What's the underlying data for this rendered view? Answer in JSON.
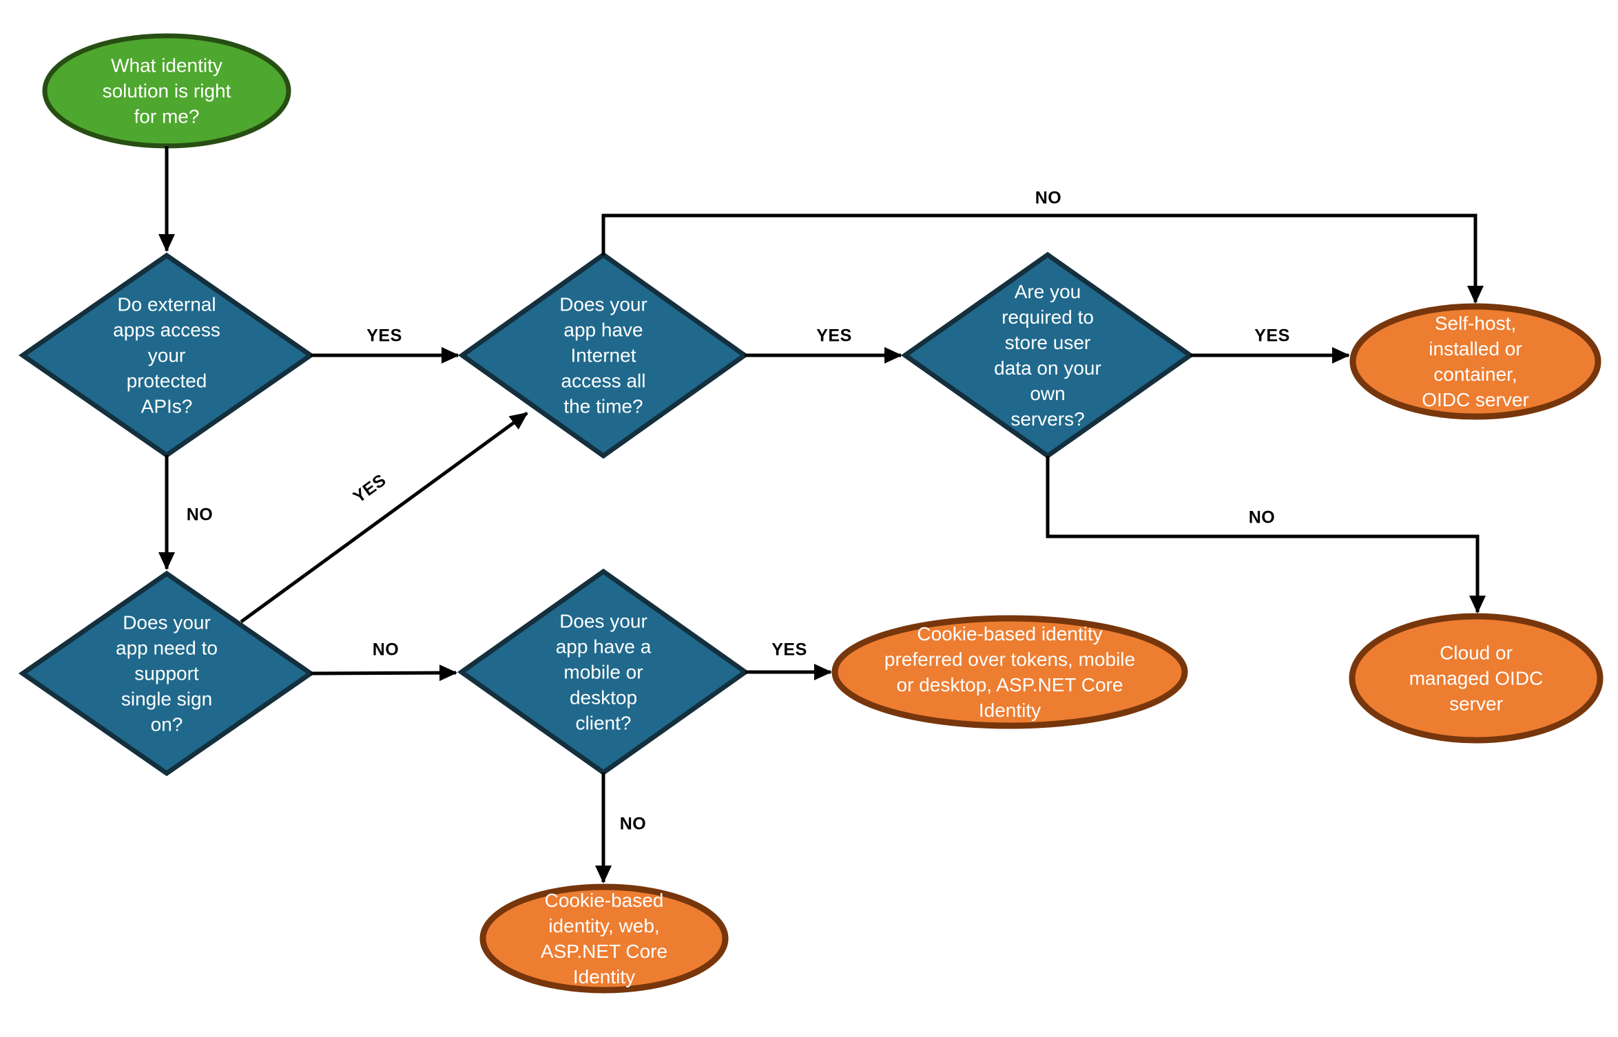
{
  "diagram": {
    "kind": "flowchart",
    "background": "#ffffff"
  },
  "colors": {
    "start_fill": "#4ea72e",
    "start_stroke": "#274e13",
    "decision_fill": "#20698c",
    "decision_stroke": "#142f3d",
    "result_fill": "#ed7d31",
    "result_stroke": "#77360c",
    "edge": "#000000",
    "node_text": "#ffffff",
    "edge_label_text": "#000000"
  },
  "nodes": {
    "start": {
      "type": "terminator",
      "text": "What identity\nsolution is right\nfor me?"
    },
    "d1": {
      "type": "decision",
      "text": "Do external\napps access\nyour\nprotected\nAPIs?"
    },
    "d2": {
      "type": "decision",
      "text": "Does your\napp have\nInternet\naccess all\nthe time?"
    },
    "d3": {
      "type": "decision",
      "text": "Are you\nrequired to\nstore user\ndata on your\nown\nservers?"
    },
    "d4": {
      "type": "decision",
      "text": "Does your\napp need to\nsupport\nsingle sign\non?"
    },
    "d5": {
      "type": "decision",
      "text": "Does your\napp have a\nmobile or\ndesktop\nclient?"
    },
    "r1": {
      "type": "result",
      "text": "Self-host,\ninstalled or\ncontainer,\nOIDC server"
    },
    "r2": {
      "type": "result",
      "text": "Cookie-based identity\npreferred over tokens, mobile\nor desktop, ASP.NET Core\nIdentity"
    },
    "r3": {
      "type": "result",
      "text": "Cloud or\nmanaged OIDC\nserver"
    },
    "r4": {
      "type": "result",
      "text": "Cookie-based\nidentity, web,\nASP.NET Core\nIdentity"
    }
  },
  "edge_labels": {
    "d1_to_d2_yes": "YES",
    "d1_to_d4_no": "NO",
    "d2_no_loop": "NO",
    "d2_to_d3_yes": "YES",
    "d3_to_r1_yes": "YES",
    "d3_to_r3_no": "NO",
    "d4_to_d2_yes": "YES",
    "d4_to_d5_no": "NO",
    "d5_to_r2_yes": "YES",
    "d5_to_r4_no": "NO"
  }
}
